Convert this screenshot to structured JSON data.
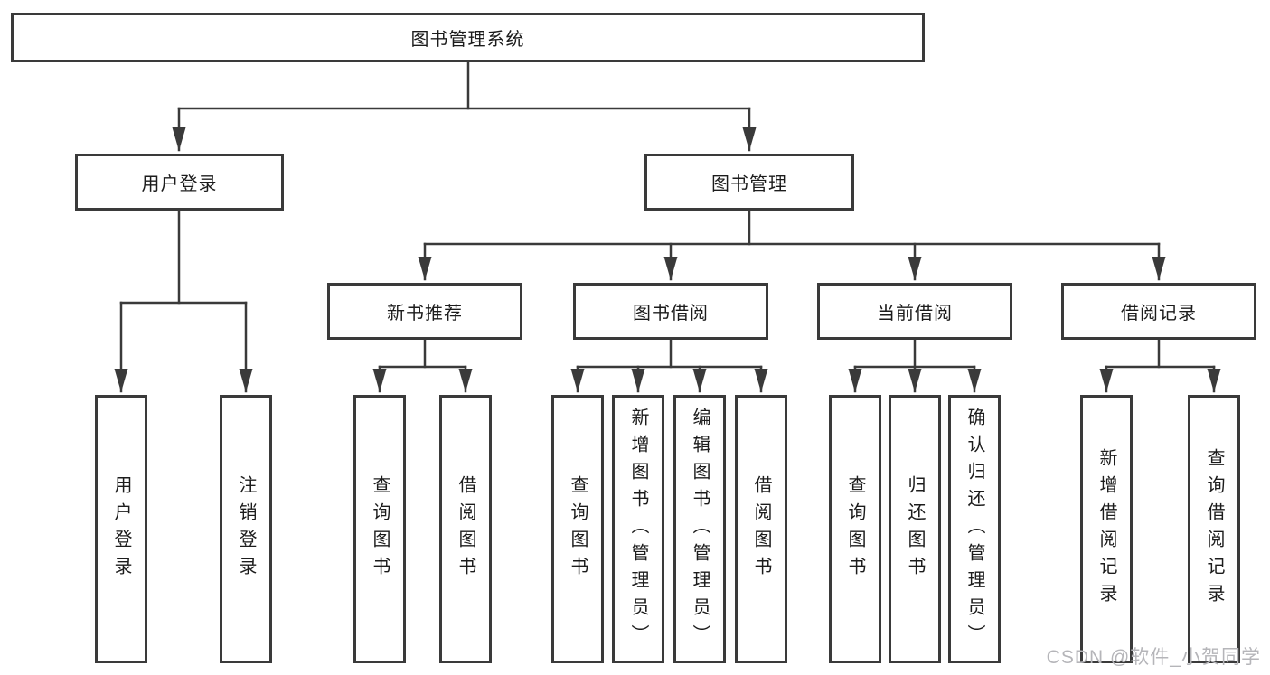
{
  "diagram_title": "图书管理系统",
  "colors": {
    "line": "#3a3a3a",
    "box_border": "#3a3a3a",
    "text": "#1c1c1c",
    "watermark": "#b5b5b9",
    "background": "#ffffff"
  },
  "tree": {
    "label": "图书管理系统",
    "children": [
      {
        "label": "用户登录",
        "children": [
          {
            "label": "用户登录"
          },
          {
            "label": "注销登录"
          }
        ]
      },
      {
        "label": "图书管理",
        "children": [
          {
            "label": "新书推荐",
            "children": [
              {
                "label": "查询图书"
              },
              {
                "label": "借阅图书"
              }
            ]
          },
          {
            "label": "图书借阅",
            "children": [
              {
                "label": "查询图书"
              },
              {
                "label": "新增图书（管理员）"
              },
              {
                "label": "编辑图书（管理员）"
              },
              {
                "label": "借阅图书"
              }
            ]
          },
          {
            "label": "当前借阅",
            "children": [
              {
                "label": "查询图书"
              },
              {
                "label": "归还图书"
              },
              {
                "label": "确认归还（管理员）"
              }
            ]
          },
          {
            "label": "借阅记录",
            "children": [
              {
                "label": "新增借阅记录"
              },
              {
                "label": "查询借阅记录"
              }
            ]
          }
        ]
      }
    ]
  },
  "watermark": "CSDN @软件_小贺同学"
}
